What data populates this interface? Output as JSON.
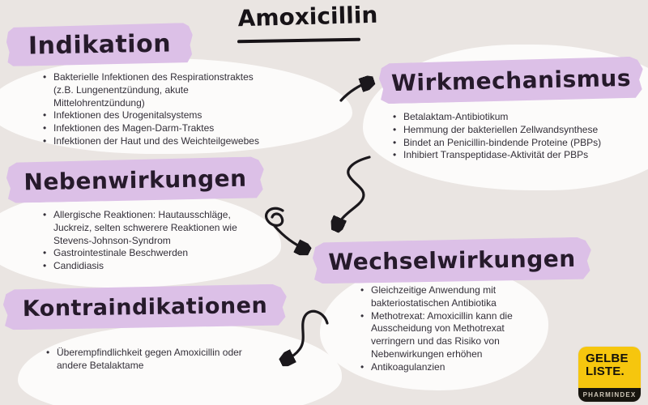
{
  "title": "Amoxicillin",
  "sections": [
    {
      "id": "indikation",
      "label": "Indikation",
      "bullets": [
        "Bakterielle Infektionen des Respirationstraktes (z.B. Lungenentzündung, akute Mittelohrentzündung)",
        "Infektionen des Urogenitalsystems",
        "Infektionen des Magen-Darm-Traktes",
        "Infektionen der Haut und des Weichteilgewebes"
      ]
    },
    {
      "id": "wirkmechanismus",
      "label": "Wirkmechanismus",
      "bullets": [
        "Betalaktam-Antibiotikum",
        "Hemmung der bakteriellen Zellwandsynthese",
        "Bindet an Penicillin-bindende Proteine (PBPs)",
        "Inhibiert Transpeptidase-Aktivität der PBPs"
      ]
    },
    {
      "id": "nebenwirkungen",
      "label": "Nebenwirkungen",
      "bullets": [
        "Allergische Reaktionen: Hautausschläge, Juckreiz, selten schwerere Reaktionen wie Stevens-Johnson-Syndrom",
        "Gastrointestinale Beschwerden",
        "Candidiasis"
      ]
    },
    {
      "id": "wechselwirkungen",
      "label": "Wechselwirkungen",
      "bullets": [
        "Gleichzeitige Anwendung mit bakteriostatischen Antibiotika",
        "Methotrexat: Amoxicillin kann die Ausscheidung von Methotrexat verringern und das Risiko von Nebenwirkungen erhöhen",
        "Antikoagulanzien"
      ]
    },
    {
      "id": "kontraindikationen",
      "label": "Kontraindikationen",
      "bullets": [
        "Überempfindlichkeit gegen Amoxicillin oder andere Betalaktame"
      ]
    }
  ],
  "connections": [
    {
      "from": "title",
      "to": "wirkmechanismus"
    },
    {
      "from": "wirkmechanismus",
      "to": "wechselwirkungen"
    },
    {
      "from": "nebenwirkungen",
      "to": "wechselwirkungen"
    },
    {
      "from": "wechselwirkungen",
      "to": "kontraindikationen"
    }
  ],
  "logo": {
    "line1": "GELBE",
    "line2": "LISTE.",
    "subtitle": "PHARMINDEX"
  },
  "colors": {
    "background": "#eae5e2",
    "highlight_tape": "#dcc0e7",
    "heading_text": "#261a2b",
    "body_text": "#332f38",
    "arrow": "#1b181c",
    "logo_yellow": "#f6c60e",
    "logo_black": "#17140e"
  }
}
